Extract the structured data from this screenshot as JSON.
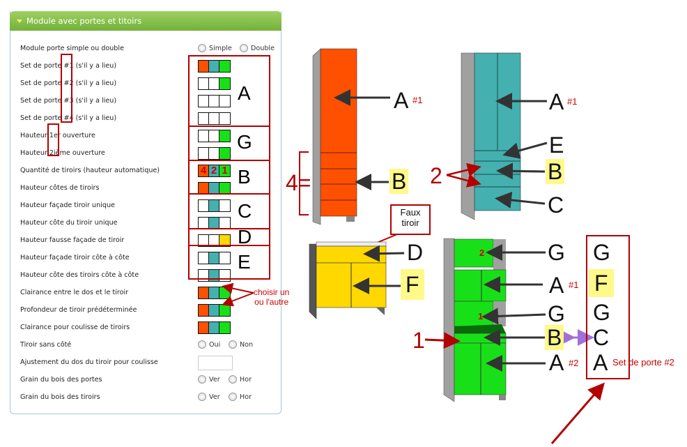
{
  "panel": {
    "title": "Module avec portes et titoirs",
    "rows": [
      {
        "label": "Module porte simple ou double",
        "type": "radio",
        "options": [
          "Simple",
          "Double"
        ]
      },
      {
        "label": "Set de porte #1 (s'il y a lieu)",
        "type": "swatch",
        "cells": [
          "#ff5000",
          "#44b0b0",
          "#18e018"
        ]
      },
      {
        "label": "Set de porte #2 (s'il y a lieu)",
        "type": "swatch",
        "cells": [
          "#ffffff",
          "#ffffff",
          "#18e018"
        ]
      },
      {
        "label": "Set de porte #3 (s'il y a lieu)",
        "type": "swatch",
        "cells": [
          "#ffffff",
          "#ffffff",
          "#ffffff"
        ]
      },
      {
        "label": "Set de porte #4 (s'il y a lieu)",
        "type": "swatch",
        "cells": [
          "#ffffff",
          "#ffffff",
          "#ffffff"
        ]
      },
      {
        "label": "Hauteur 1er ouverture",
        "type": "swatch",
        "cells": [
          "#ffffff",
          "#ffffff",
          "#18e018"
        ]
      },
      {
        "label": "Hauteur 2ième ouverture",
        "type": "swatch",
        "cells": [
          "#ffffff",
          "#ffffff",
          "#18e018"
        ]
      },
      {
        "label": "Quantité de tiroirs (hauteur automatique)",
        "type": "swatch",
        "cells": [
          "#ff5000",
          "#44b0b0",
          "#18e018"
        ],
        "digits": [
          "4",
          "2",
          "1"
        ]
      },
      {
        "label": "Hauteur côtes de tiroirs",
        "type": "swatch",
        "cells": [
          "#ff5000",
          "#44b0b0",
          "#18e018"
        ]
      },
      {
        "label": "Hauteur façade tiroir unique",
        "type": "swatch",
        "cells": [
          "#ffffff",
          "#44b0b0",
          "#ffffff"
        ]
      },
      {
        "label": "Hauteur côte du tiroir unique",
        "type": "swatch",
        "cells": [
          "#ffffff",
          "#44b0b0",
          "#ffffff"
        ]
      },
      {
        "label": "Hauteur fausse façade de tiroir",
        "type": "swatch",
        "cells": [
          "#ffffff",
          "#ffffff",
          "#ffd800"
        ]
      },
      {
        "label": "Hauteur façade tiroir côte à côte",
        "type": "swatch",
        "cells": [
          "#ffffff",
          "#44b0b0",
          "#ffffff"
        ]
      },
      {
        "label": "Hauteur côte des tiroirs côte à côte",
        "type": "swatch",
        "cells": [
          "#ffffff",
          "#44b0b0",
          "#ffffff"
        ]
      },
      {
        "label": "Clairance entre le dos et le tiroir",
        "type": "swatch",
        "cells": [
          "#ff5000",
          "#44b0b0",
          "#18e018"
        ]
      },
      {
        "label": "Profondeur de tiroir prédéterminée",
        "type": "swatch",
        "cells": [
          "#ff5000",
          "#44b0b0",
          "#18e018"
        ]
      },
      {
        "label": "Clairance pour coulisse de tiroirs",
        "type": "swatch",
        "cells": [
          "#ff5000",
          "#44b0b0",
          "#18e018"
        ]
      },
      {
        "label": "Tiroir sans côté",
        "type": "radio",
        "options": [
          "Oui",
          "Non"
        ]
      },
      {
        "label": "Ajustement du dos du tiroir pour coulisse",
        "type": "input",
        "value": ""
      },
      {
        "label": "Grain du bois des portes",
        "type": "radio",
        "options": [
          "Ver",
          "Hor"
        ]
      },
      {
        "label": "Grain du bois des tiroirs",
        "type": "radio",
        "options": [
          "Ver",
          "Hor"
        ]
      }
    ],
    "group_letters": [
      "A",
      "G",
      "B",
      "C",
      "D",
      "E"
    ],
    "note": [
      "choisir un",
      "ou l'autre"
    ]
  },
  "annotations": {
    "orange_cabinet": {
      "labels": [
        "A",
        "B"
      ],
      "tag": "#1",
      "count_label": "4="
    },
    "teal_cabinet": {
      "labels": [
        "A",
        "E",
        "B",
        "C"
      ],
      "tag": "#1",
      "count_label": "2"
    },
    "yellow_cabinet": {
      "labels": [
        "D",
        "F"
      ],
      "callout": [
        "Faux",
        "tiroir"
      ]
    },
    "green_cabinet": {
      "labels": [
        "G",
        "A",
        "G",
        "B",
        "A"
      ],
      "tags": [
        "#1",
        "#2"
      ],
      "digits": [
        "2",
        "1"
      ],
      "count_label": "1"
    },
    "legend_column": {
      "labels": [
        "G",
        "F",
        "G",
        "C",
        "A"
      ],
      "caption": "Set de porte #2"
    }
  },
  "colors": {
    "orange": "#ff5000",
    "teal": "#44b0b0",
    "green": "#18e018",
    "yellow": "#ffd800",
    "red": "#b30000",
    "purple": "#a070d8",
    "highlight": "#fff98a"
  }
}
